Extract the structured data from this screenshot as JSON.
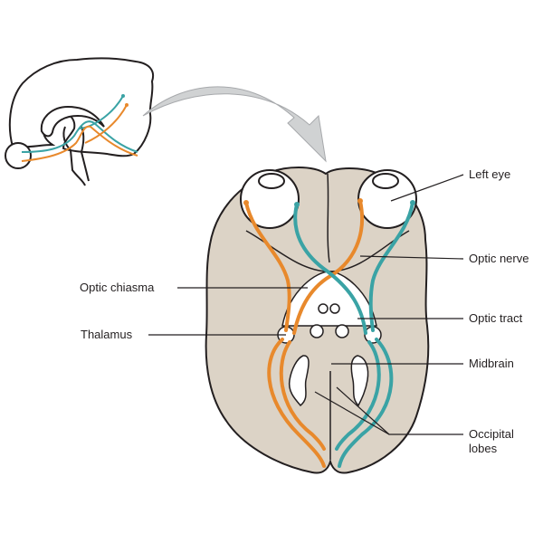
{
  "diagram": {
    "title": "Visual pathway from eyes to occipital lobes",
    "colors": {
      "brain_fill": "#dcd3c6",
      "outline": "#231f20",
      "orange_pathway": "#e8892c",
      "teal_pathway": "#3aa3a5",
      "arrow_fill": "#d0d2d3",
      "arrow_stroke": "#a7a9ac"
    },
    "labels": {
      "left_eye": "Left eye",
      "optic_nerve": "Optic nerve",
      "optic_chiasma": "Optic chiasma",
      "optic_tract": "Optic tract",
      "thalamus": "Thalamus",
      "midbrain": "Midbrain",
      "occipital_lobes_line1": "Occipital",
      "occipital_lobes_line2": "lobes"
    }
  }
}
